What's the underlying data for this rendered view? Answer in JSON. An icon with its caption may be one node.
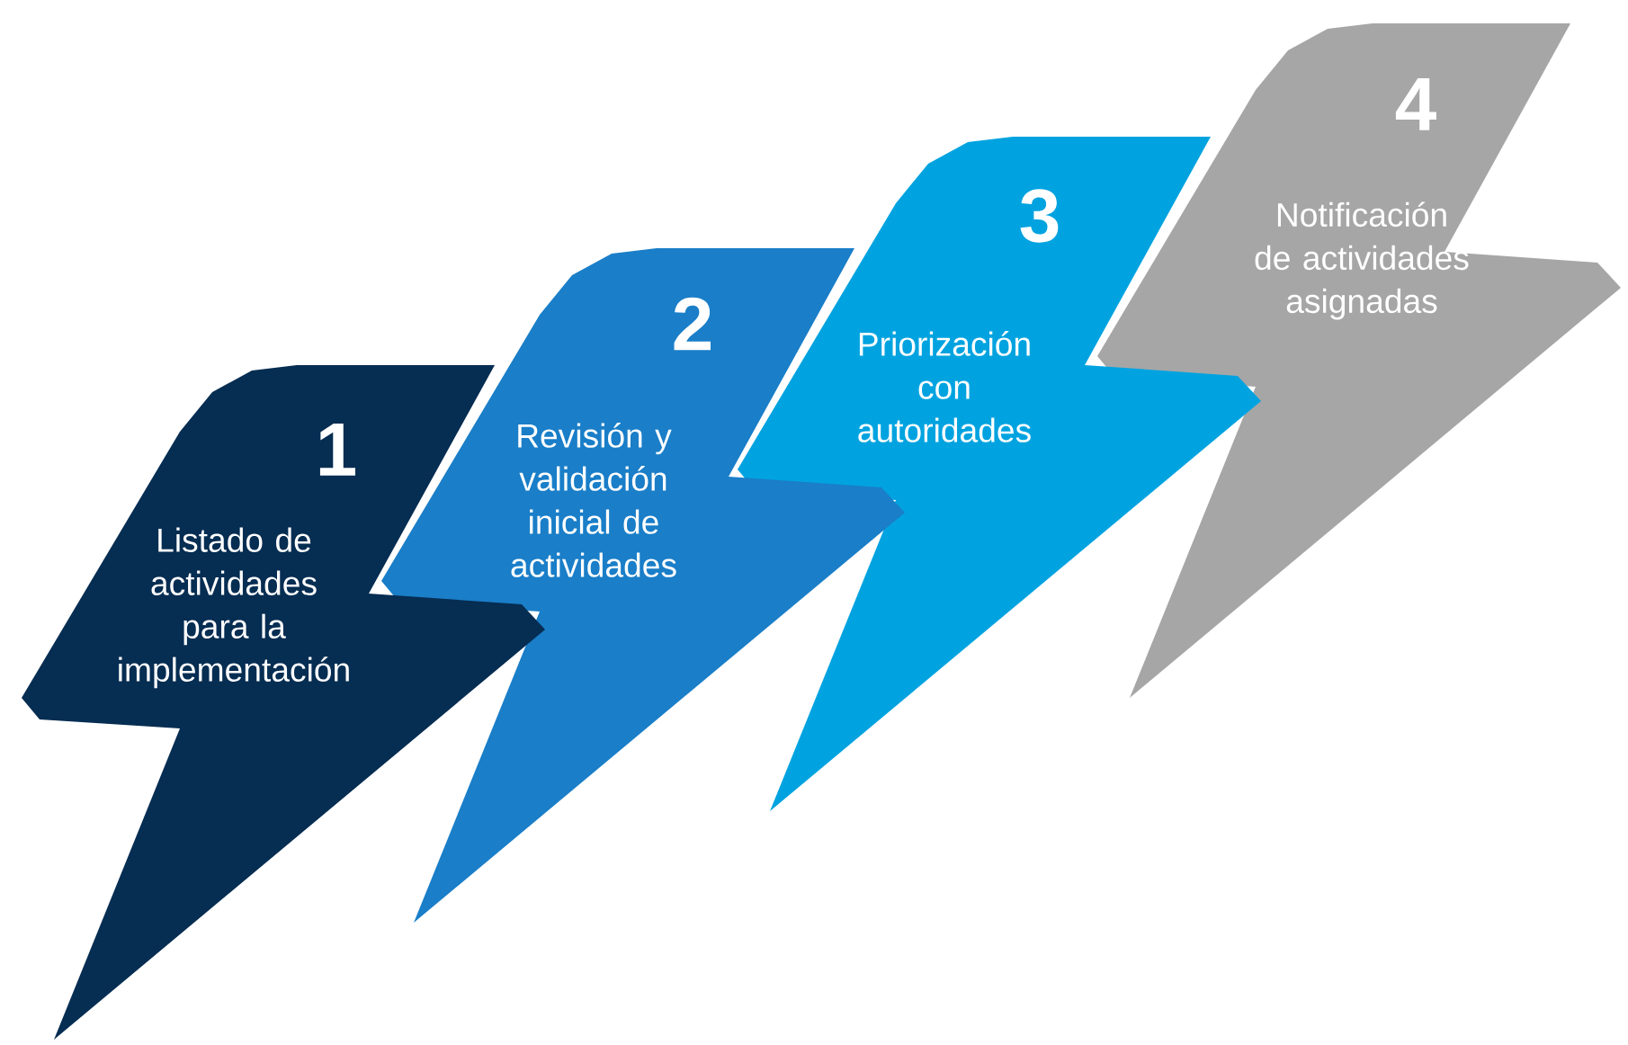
{
  "diagram": {
    "nodes": [
      {
        "text": [
          "1",
          "Listado de actividades para la implementación"
        ]
      },
      {
        "text": [
          "2",
          "Revisión y validación inicial de actividades"
        ]
      },
      {
        "text": [
          "3",
          "Priorización con autoridades"
        ]
      },
      {
        "text": [
          "4",
          "Notificación de actividades asignadas"
        ]
      }
    ]
  }
}
